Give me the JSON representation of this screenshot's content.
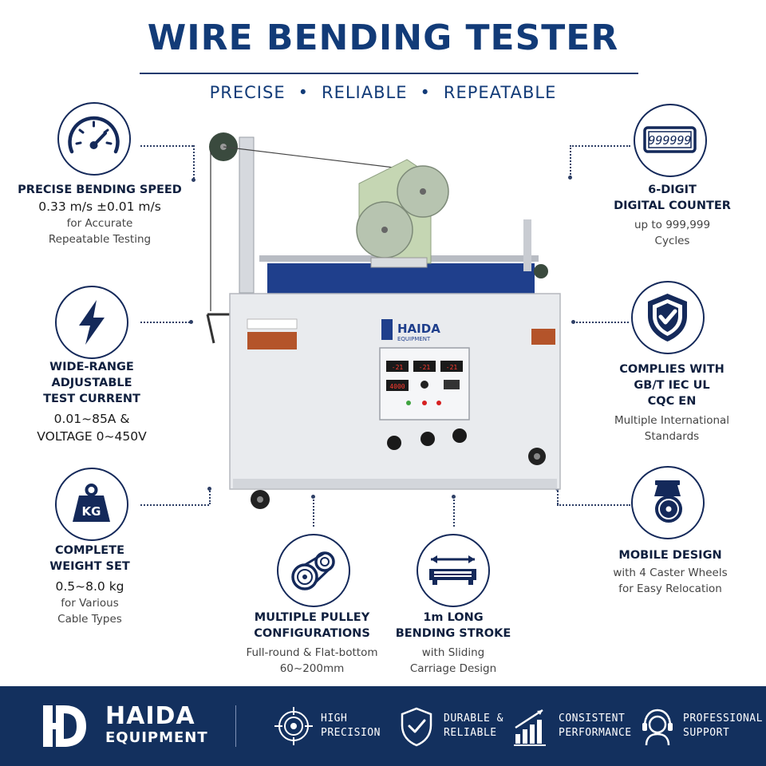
{
  "header": {
    "title": "WIRE BENDING TESTER",
    "tagline_1": "PRECISE",
    "tagline_2": "RELIABLE",
    "tagline_3": "REPEATABLE",
    "separator": "•"
  },
  "colors": {
    "navy": "#13305e",
    "title_blue": "#123b78",
    "panel_blue": "#1f3f8c",
    "machine_grey": "#e9ebee"
  },
  "features": {
    "speed": {
      "icon": "gauge-icon",
      "title": "PRECISE BENDING SPEED",
      "value": "0.33 m/s ±0.01 m/s",
      "desc_1": "for Accurate",
      "desc_2": "Repeatable Testing"
    },
    "current": {
      "icon": "lightning-icon",
      "title_1": "WIDE-RANGE",
      "title_2": "ADJUSTABLE",
      "title_3": "TEST CURRENT",
      "value_1": "0.01~85A &",
      "value_2": "VOLTAGE 0~450V"
    },
    "weight": {
      "icon": "weight-icon",
      "icon_text": "KG",
      "title_1": "COMPLETE",
      "title_2": "WEIGHT SET",
      "value": "0.5~8.0 kg",
      "desc_1": "for Various",
      "desc_2": "Cable Types"
    },
    "counter": {
      "icon": "counter-icon",
      "icon_text": "999999",
      "title_1": "6-DIGIT",
      "title_2": "DIGITAL COUNTER",
      "desc_1": "up to 999,999",
      "desc_2": "Cycles"
    },
    "standards": {
      "icon": "shield-check-icon",
      "title_1": "COMPLIES WITH",
      "title_2": "GB/T IEC UL",
      "title_3": "CQC EN",
      "desc_1": "Multiple International",
      "desc_2": "Standards"
    },
    "mobile": {
      "icon": "caster-wheel-icon",
      "title": "MOBILE DESIGN",
      "desc_1": "with 4 Caster Wheels",
      "desc_2": "for Easy Relocation"
    },
    "pulley": {
      "icon": "pulley-icon",
      "title_1": "MULTIPLE PULLEY",
      "title_2": "CONFIGURATIONS",
      "desc_1": "Full-round & Flat-bottom",
      "desc_2": "60~200mm"
    },
    "stroke": {
      "icon": "stroke-icon",
      "title_1": "1m LONG",
      "title_2": "BENDING STROKE",
      "desc_1": "with Sliding",
      "desc_2": "Carriage Design"
    }
  },
  "machine": {
    "brand": "HAIDA",
    "brand_sub": "EQUIPMENT",
    "display_1": "-21",
    "display_2": "-21",
    "display_3": "-21",
    "display_4": "4000"
  },
  "footer": {
    "brand": "HAIDA",
    "brand_sub": "EQUIPMENT",
    "items": [
      {
        "icon": "target-icon",
        "line_1": "HIGH",
        "line_2": "PRECISION"
      },
      {
        "icon": "shield-check-icon",
        "line_1": "DURABLE &",
        "line_2": "RELIABLE"
      },
      {
        "icon": "bar-chart-icon",
        "line_1": "CONSISTENT",
        "line_2": "PERFORMANCE"
      },
      {
        "icon": "headset-icon",
        "line_1": "PROFESSIONAL",
        "line_2": "SUPPORT"
      }
    ]
  }
}
